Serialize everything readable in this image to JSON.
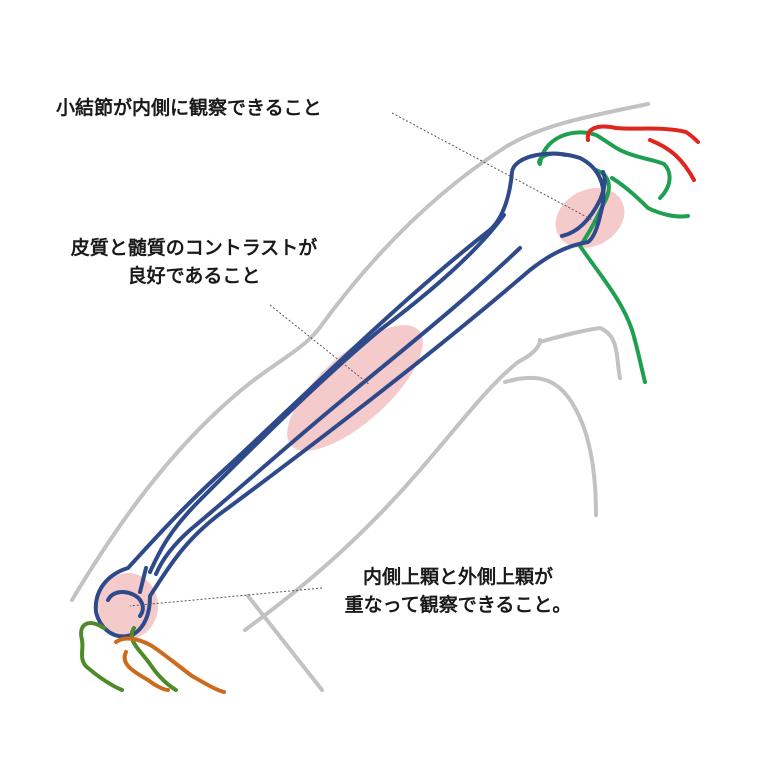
{
  "labels": {
    "tubercle": "小結節が内側に観察できること",
    "contrast_line1": "皮質と髄質のコントラストが",
    "contrast_line2": "良好であること",
    "epicondyles_line1": "内側上顆と外側上顆が",
    "epicondyles_line2": "重なって観察できること。"
  },
  "colors": {
    "outline": "#c2c2c2",
    "humerus": "#2e4a8a",
    "scapula": "#1fa050",
    "clavicle": "#e0241e",
    "ulna": "#4f8a2a",
    "radius": "#cc6a1e",
    "highlight": "#f2b8b8",
    "text": "#1a1a1a"
  }
}
